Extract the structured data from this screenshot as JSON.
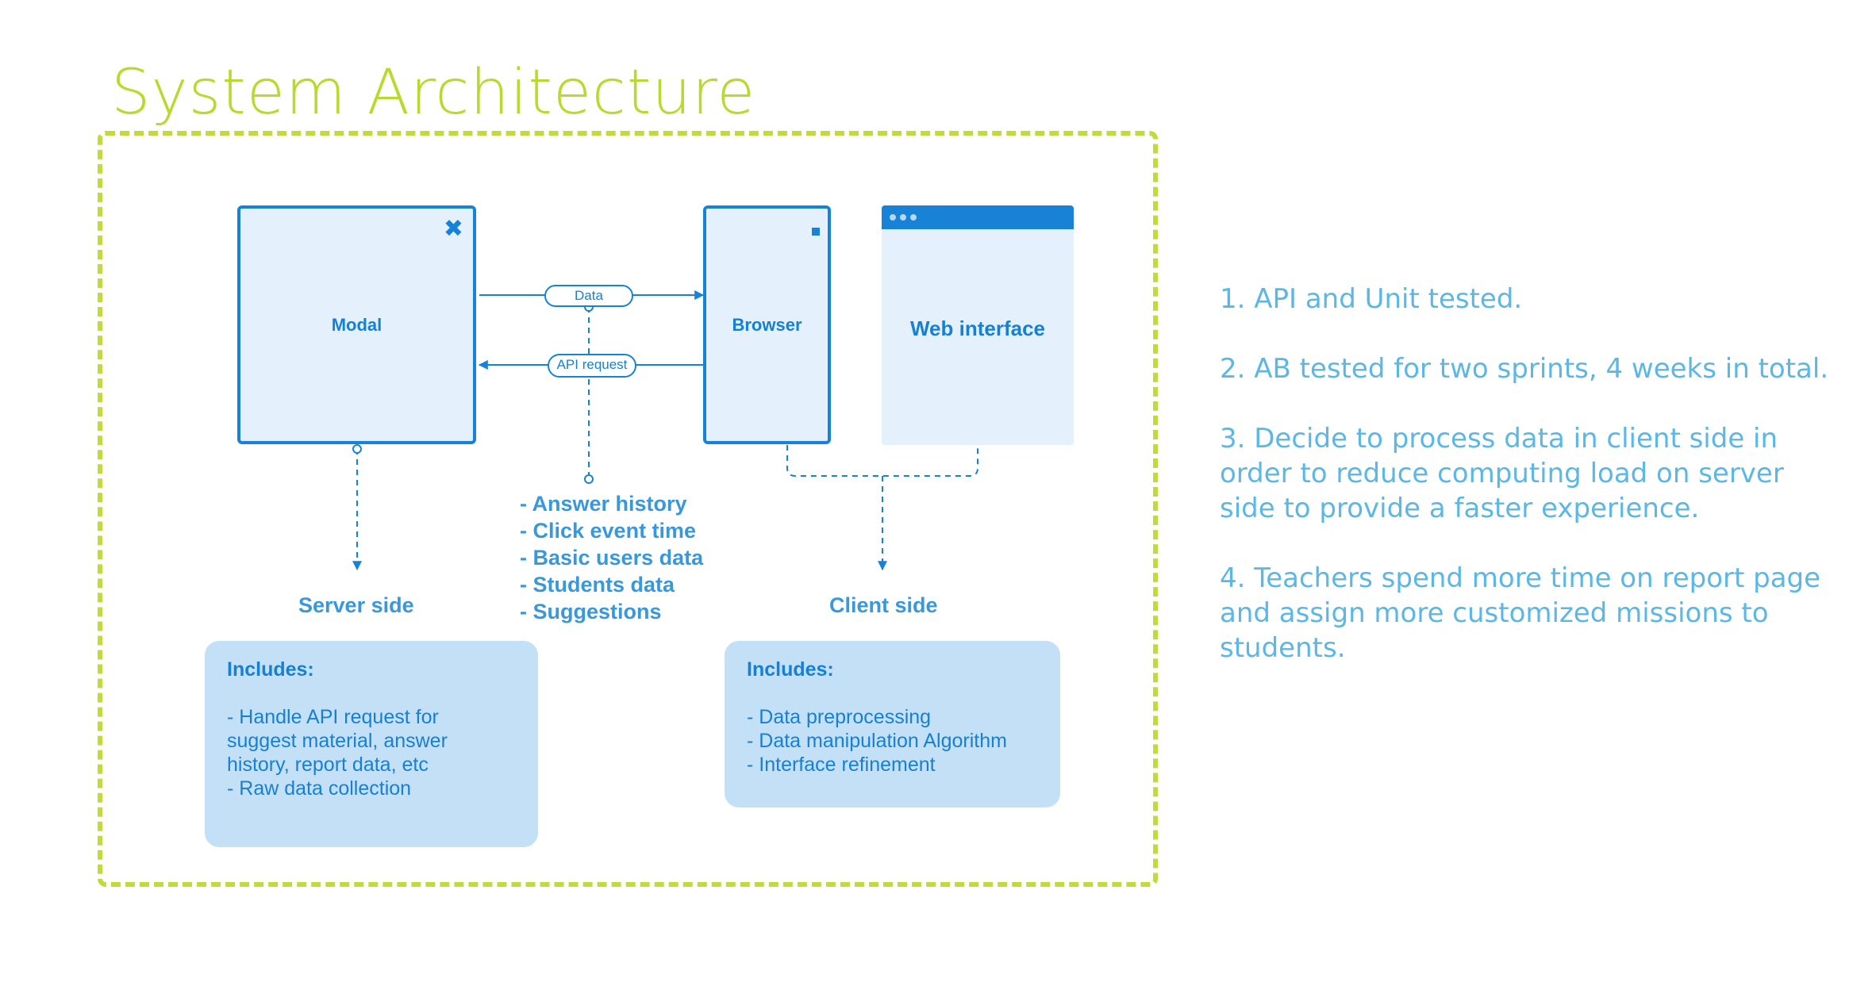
{
  "title": "System Architecture",
  "diagram": {
    "modal": {
      "label": "Modal",
      "icon": "close-icon"
    },
    "browser": {
      "label": "Browser"
    },
    "web_interface": {
      "label": "Web interface"
    },
    "connectors": {
      "data": "Data",
      "api_request": "API request"
    },
    "data_items": [
      "- Answer history",
      "- Click event time",
      "- Basic users data",
      "- Students data",
      "- Suggestions"
    ],
    "server_side": {
      "label": "Server side",
      "includes_heading": "Includes:",
      "items": [
        "- Handle API request for",
        "suggest material, answer",
        "history, report data, etc",
        "- Raw data collection"
      ]
    },
    "client_side": {
      "label": "Client side",
      "includes_heading": "Includes:",
      "items": [
        "- Data preprocessing",
        "- Data manipulation Algorithm",
        "- Interface refinement"
      ]
    }
  },
  "notes": [
    [
      "1. API and Unit tested."
    ],
    [
      "2.  AB tested for two sprints, 4 weeks in total."
    ],
    [
      "3. Decide to process data in client side in",
      "order to reduce computing load on server",
      "side to provide a faster experience."
    ],
    [
      "4. Teachers spend more time on report page",
      "and assign more customized missions to",
      "students."
    ]
  ],
  "colors": {
    "accent_green": "#c0dc3c",
    "primary_blue": "#1883d6",
    "light_blue": "#e4f0fb",
    "text_blue": "#5ab7e6"
  }
}
